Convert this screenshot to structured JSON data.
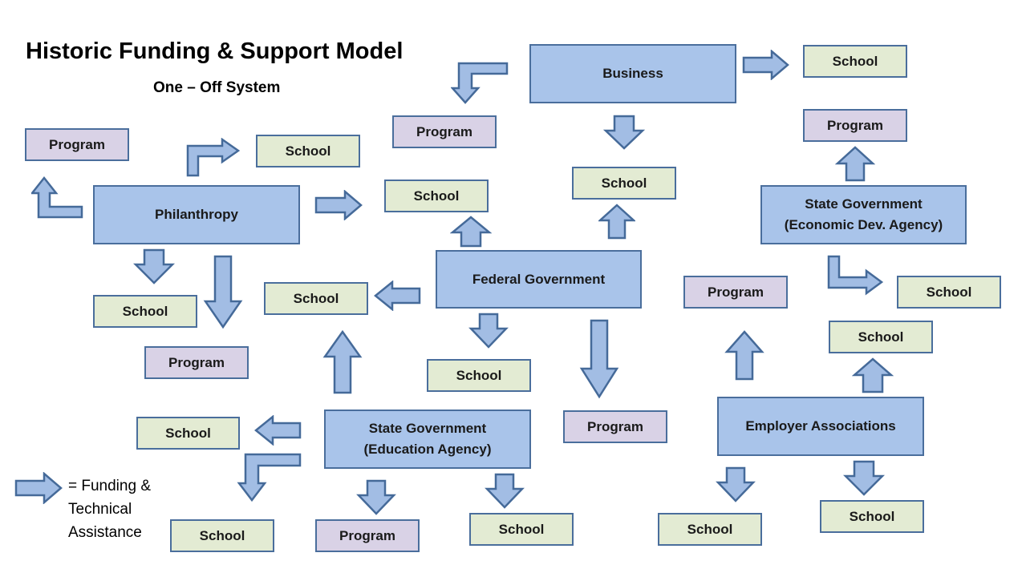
{
  "title": "Historic Funding & Support Model",
  "subtitle": "One – Off System",
  "entities": {
    "business": "Business",
    "philanthropy": "Philanthropy",
    "federal": "Federal Government",
    "state_econ_line1": "State Government",
    "state_econ_line2": "(Economic Dev. Agency)",
    "state_edu_line1": "State Government",
    "state_edu_line2": "(Education Agency)",
    "employer": "Employer Associations"
  },
  "labels": {
    "school": "School",
    "program": "Program"
  },
  "legend": {
    "line1": "= Funding &",
    "line2": "Technical",
    "line3": "Assistance"
  },
  "colors": {
    "entity_fill": "#a9c4ea",
    "school_fill": "#e3ebd3",
    "program_fill": "#d9d2e6",
    "border": "#4a6e9c",
    "arrow_fill": "#a2bde4"
  }
}
